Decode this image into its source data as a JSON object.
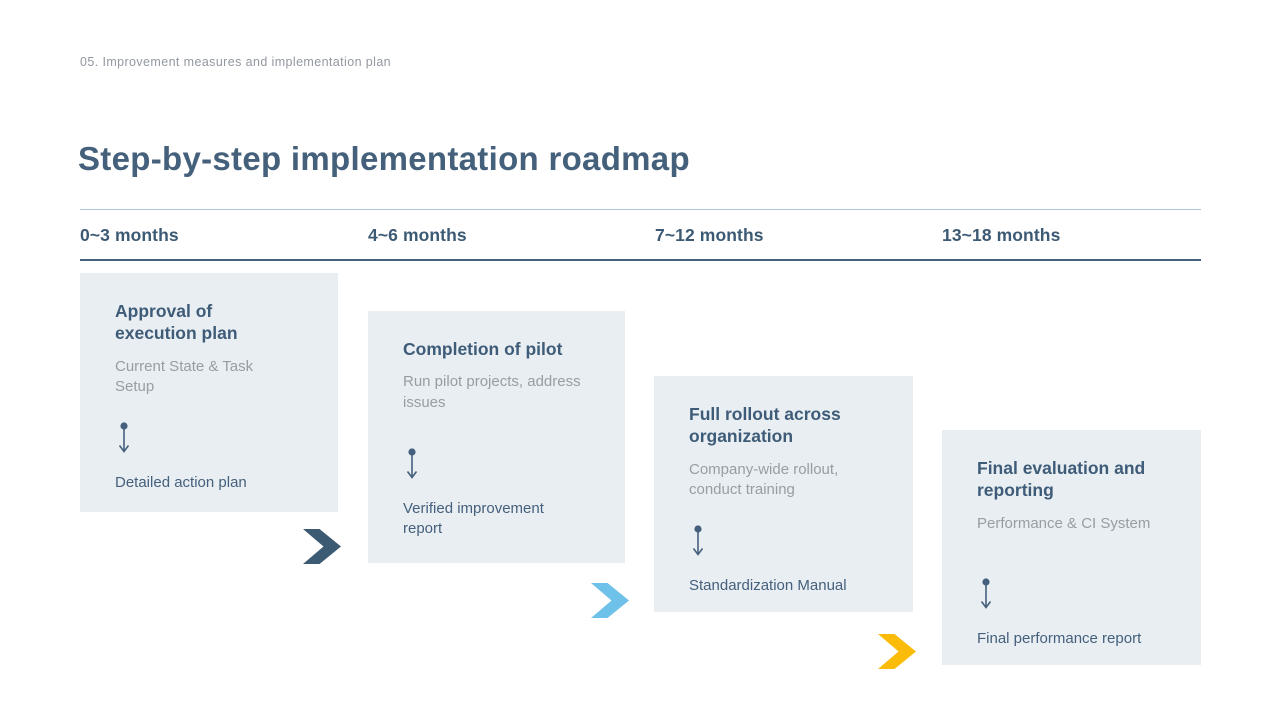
{
  "slide": {
    "eyebrow": "05. Improvement measures and implementation plan",
    "title": "Step-by-step implementation roadmap"
  },
  "phases": [
    {
      "period": "0~3 months",
      "title": "Approval of execution plan",
      "description": "Current State & Task Setup",
      "deliverable": "Detailed action plan"
    },
    {
      "period": "4~6 months",
      "title": "Completion of pilot",
      "description": "Run pilot projects, address issues",
      "deliverable": "Verified improvement report"
    },
    {
      "period": "7~12 months",
      "title": "Full rollout across organization",
      "description": "Company-wide rollout, conduct training",
      "deliverable": "Standardization Manual"
    },
    {
      "period": "13~18 months",
      "title": "Final evaluation and reporting",
      "description": "Performance & CI System",
      "deliverable": "Final performance report"
    }
  ],
  "connectors": [
    {
      "icon": "chevron-right-icon",
      "color": "#3d5a73"
    },
    {
      "icon": "chevron-right-icon",
      "color": "#6ec1e8"
    },
    {
      "icon": "chevron-right-icon",
      "color": "#fbbb09"
    }
  ],
  "icons": {
    "flow": "arrow-down-icon"
  },
  "colors": {
    "card_background": "#e9eef3",
    "heading_text": "#44607b",
    "body_text_gray": "#979da4",
    "timeline_line_light": "#adc4d9",
    "timeline_line_dark": "#44607c"
  }
}
